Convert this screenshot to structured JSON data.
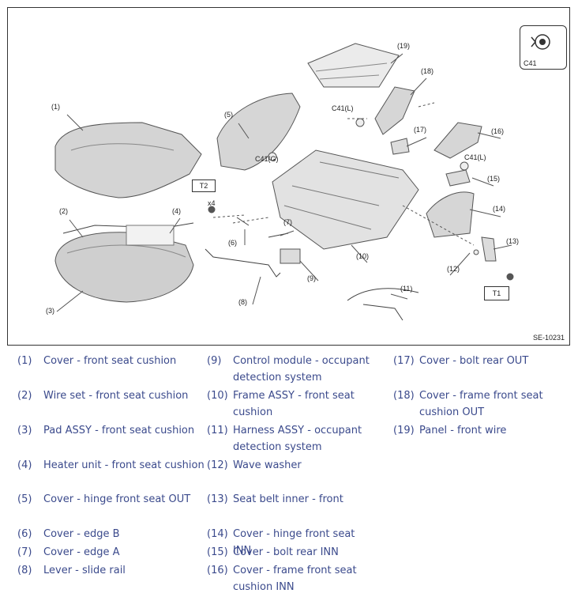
{
  "diagram": {
    "callouts": [
      "(1)",
      "(2)",
      "(3)",
      "(4)",
      "(5)",
      "(6)",
      "(7)",
      "(8)",
      "(9)",
      "(10)",
      "(11)",
      "(12)",
      "(13)",
      "(14)",
      "(15)",
      "(16)",
      "(17)",
      "(18)",
      "(19)"
    ],
    "clip_labels": {
      "c41_g": "C41(G)",
      "c41_l_left": "C41(L)",
      "c41_l_right": "C41(L)"
    },
    "symbol_label": "C41",
    "torque_labels": {
      "t1": "T1",
      "t2": "T2",
      "x4": "x4"
    },
    "doc_id": "SE-10231"
  },
  "legend": {
    "col1": [
      {
        "num": "(1)",
        "name": "Cover - front seat cushion"
      },
      {
        "num": "(2)",
        "name": "Wire set - front seat cushion"
      },
      {
        "num": "(3)",
        "name": "Pad ASSY - front seat cushion"
      },
      {
        "num": "(4)",
        "name": "Heater unit - front seat cushion"
      },
      {
        "num": "(5)",
        "name": "Cover - hinge front seat OUT"
      },
      {
        "num": "(6)",
        "name": "Cover - edge B"
      },
      {
        "num": "(7)",
        "name": "Cover - edge A"
      },
      {
        "num": "(8)",
        "name": "Lever - slide rail"
      }
    ],
    "col2": [
      {
        "num": "(9)",
        "name": "Control module - occupant detection system"
      },
      {
        "num": "(10)",
        "name": "Frame ASSY - front seat cushion"
      },
      {
        "num": "(11)",
        "name": "Harness ASSY - occupant detection system"
      },
      {
        "num": "(12)",
        "name": "Wave washer"
      },
      {
        "num": "(13)",
        "name": "Seat belt inner - front"
      },
      {
        "num": "(14)",
        "name": "Cover - hinge front seat INN"
      },
      {
        "num": "(15)",
        "name": "Cover - bolt rear INN"
      },
      {
        "num": "(16)",
        "name": "Cover - frame front seat cushion INN"
      }
    ],
    "col3": [
      {
        "num": "(17)",
        "name": "Cover - bolt rear OUT"
      },
      {
        "num": "(18)",
        "name": "Cover - frame front seat cushion OUT"
      },
      {
        "num": "(19)",
        "name": "Panel - front wire"
      }
    ]
  }
}
